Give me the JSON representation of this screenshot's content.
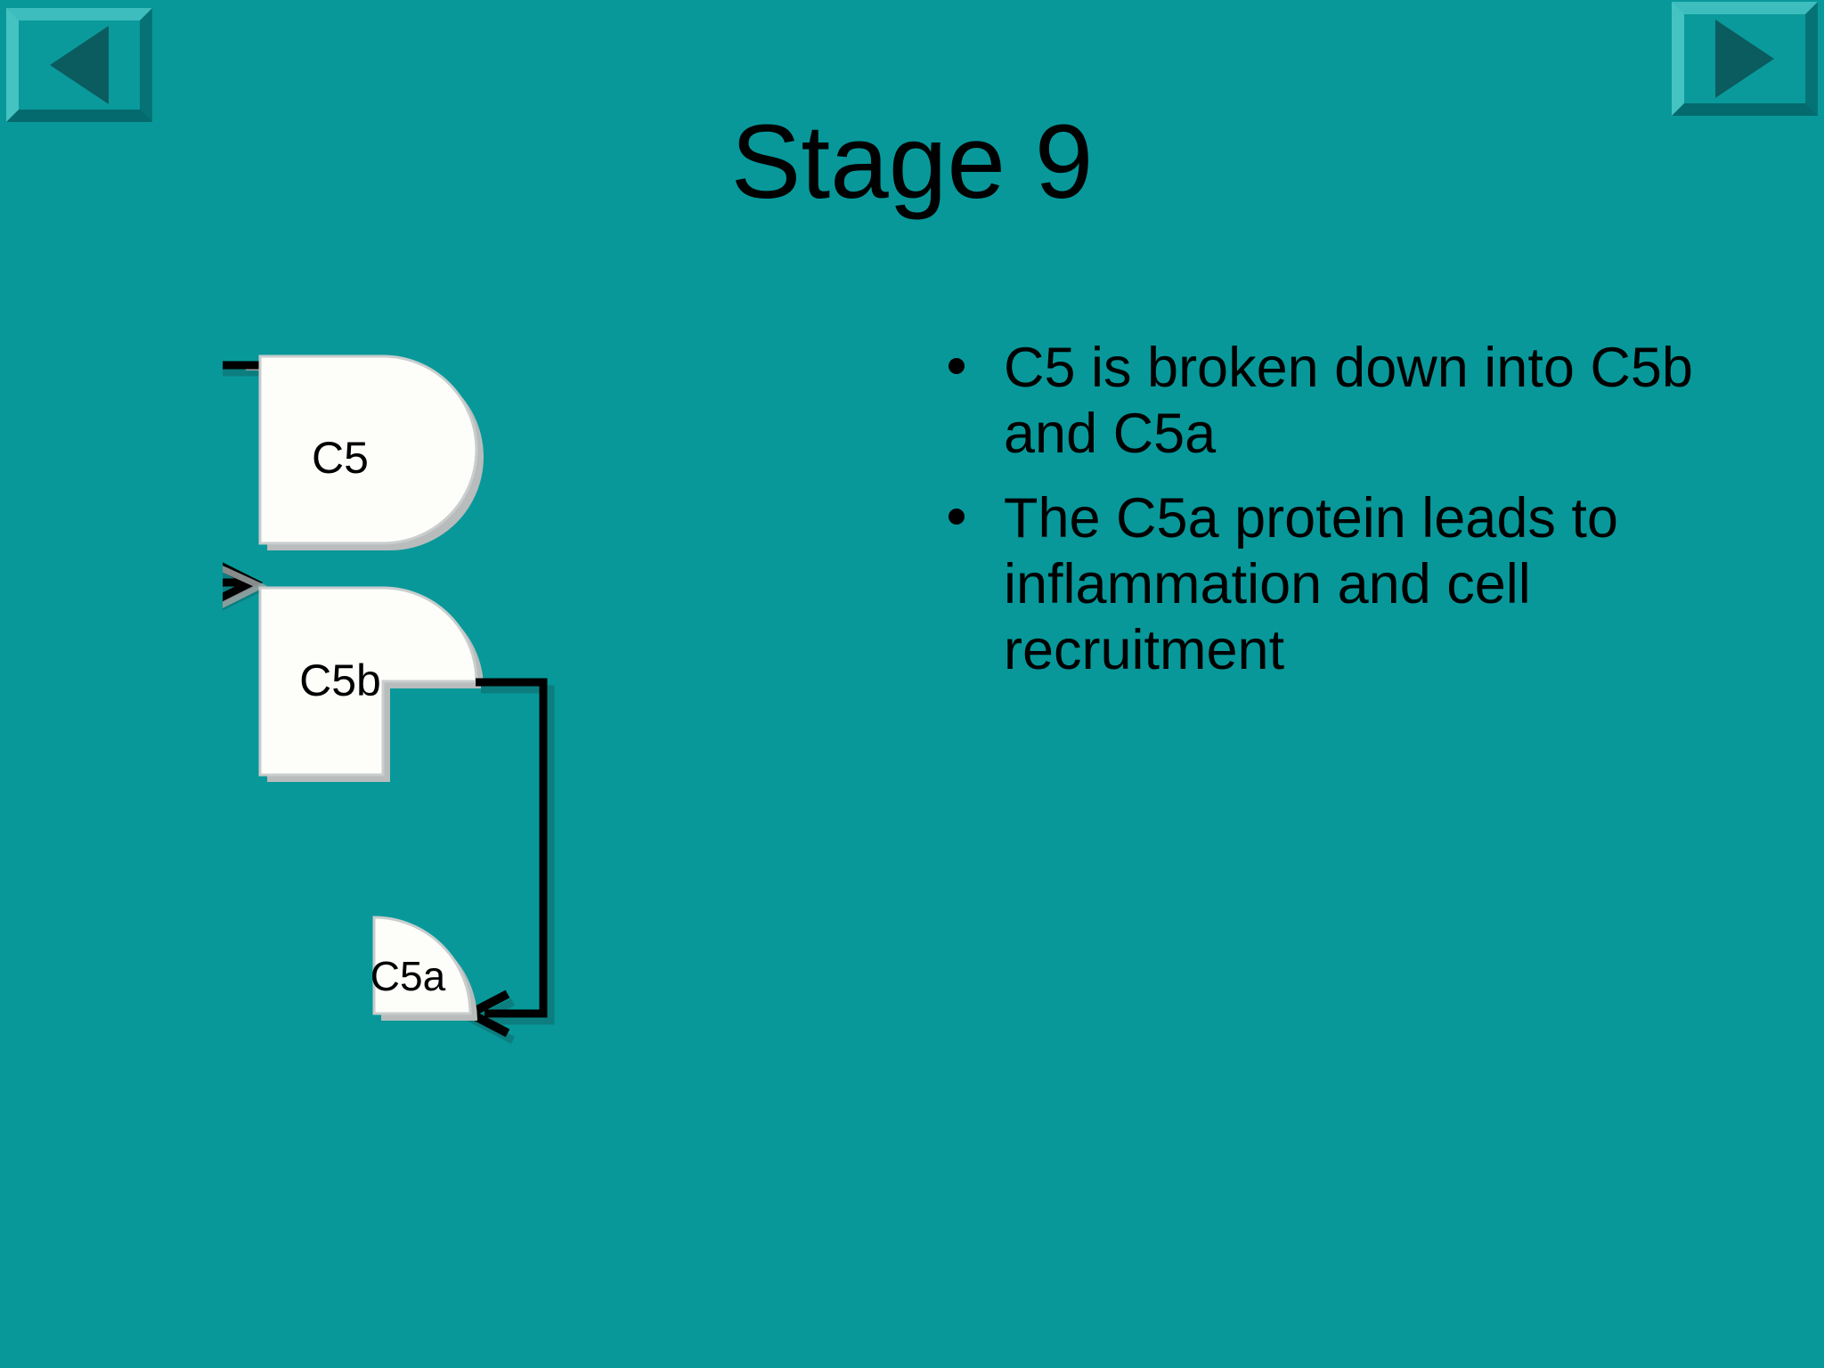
{
  "slide": {
    "title": "Stage 9",
    "background_color": "#08989a",
    "text_color": "#000000"
  },
  "navigation": {
    "prev_label": "Previous slide",
    "prev_icon": "triangle-left-icon",
    "next_label": "Next slide",
    "next_icon": "triangle-right-icon",
    "button_face_color": "#0a9a9c",
    "arrow_color": "#0a5c5f"
  },
  "bullets": [
    {
      "text": "C5 is broken down into C5b and C5a"
    },
    {
      "text": "The C5a protein leads to inflammation and cell recruitment"
    }
  ],
  "diagram": {
    "shape_fill": "#fdfdfa",
    "shape_border": "#b8bcbc",
    "connector_color": "#000000",
    "nodes": [
      {
        "id": "c5",
        "label": "C5",
        "shape": "flag-round-right"
      },
      {
        "id": "c5b",
        "label": "C5b",
        "shape": "flag-round-right-quarter-cut"
      },
      {
        "id": "c5a",
        "label": "C5a",
        "shape": "quarter-pie"
      }
    ],
    "connectors": [
      {
        "from": "c5",
        "to": "c5b",
        "arrow": "open-arrowhead"
      },
      {
        "from": "c5b",
        "to": "c5a",
        "arrow": "open-arrowhead"
      }
    ]
  }
}
